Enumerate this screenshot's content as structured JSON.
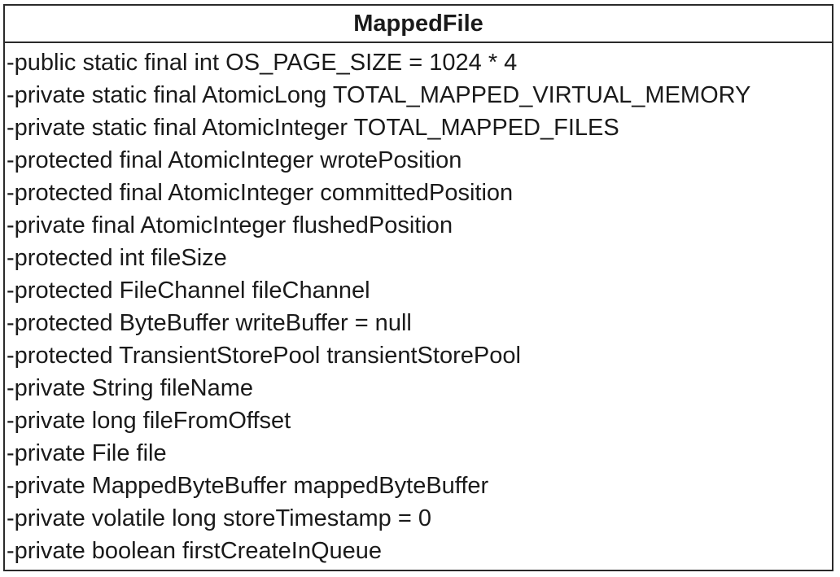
{
  "class_box": {
    "name": "MappedFile",
    "attributes": [
      "-public static final int OS_PAGE_SIZE = 1024 * 4",
      "-private static final AtomicLong TOTAL_MAPPED_VIRTUAL_MEMORY",
      "-private static final AtomicInteger TOTAL_MAPPED_FILES",
      "-protected final AtomicInteger wrotePosition",
      "-protected final AtomicInteger committedPosition",
      "-private final AtomicInteger flushedPosition",
      "-protected int fileSize",
      "-protected FileChannel fileChannel",
      "-protected ByteBuffer writeBuffer = null",
      "-protected TransientStorePool transientStorePool",
      "-private String fileName",
      "-private long fileFromOffset",
      "-private File file",
      "-private MappedByteBuffer mappedByteBuffer",
      "-private volatile long storeTimestamp = 0",
      "-private boolean firstCreateInQueue"
    ]
  }
}
